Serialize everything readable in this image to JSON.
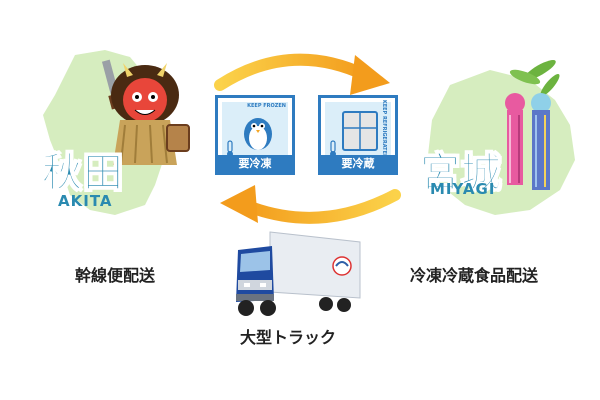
{
  "left_region": {
    "name": "秋田",
    "romaji": "AKITA"
  },
  "right_region": {
    "name": "宮城",
    "romaji": "MIYAGI"
  },
  "frozen_badge": {
    "keep": "KEEP FROZEN",
    "label": "要冷凍"
  },
  "refrigerated_badge": {
    "keep": "KEEP REFRIGERATED",
    "label": "要冷蔵"
  },
  "left_caption": "幹線便配送",
  "right_caption": "冷凍冷蔵食品配送",
  "truck_caption": "大型トラック",
  "colors": {
    "accent_blue": "#2a8ab0",
    "map_green": "#d6edbf",
    "arrow_orange": "#f5a623"
  }
}
